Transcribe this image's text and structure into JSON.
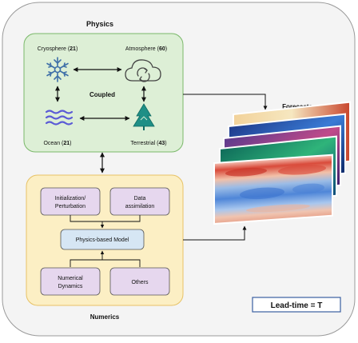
{
  "physics": {
    "title": "Physics",
    "coupled": "Coupled",
    "cryosphere": {
      "name": "Cryosphere",
      "count": "21"
    },
    "atmosphere": {
      "name": "Atmosphere",
      "count": "60"
    },
    "ocean": {
      "name": "Ocean",
      "count": "21"
    },
    "terrestrial": {
      "name": "Terrestrial",
      "count": "43"
    }
  },
  "numerics": {
    "title": "Numerics",
    "init_line1": "Initialization/",
    "init_line2": "Perturbation",
    "data_line1": "Data",
    "data_line2": "assimilation",
    "model": "Physics-based Model",
    "numdyn_line1": "Numerical",
    "numdyn_line2": "Dynamics",
    "others": "Others"
  },
  "forecasts": {
    "title": "Forecasts"
  },
  "lead_time": "Lead-time = T",
  "colors": {
    "physics_fill": "#ddefd6",
    "physics_stroke": "#7ab86a",
    "numerics_fill": "#fcefc4",
    "numerics_stroke": "#e7c266",
    "purple_fill": "#e6d7ee",
    "blue_fill": "#d6e6f4",
    "icon_blue": "#3f6fa8",
    "icon_green": "#1f8f86"
  }
}
